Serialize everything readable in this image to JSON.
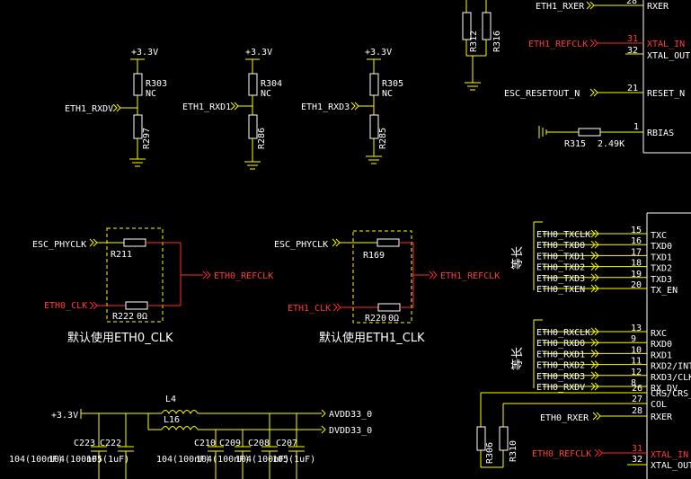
{
  "rail": {
    "supply": "+3.3V"
  },
  "pulls": [
    {
      "net": "ETH1_RXDV",
      "upper_ref": "R303",
      "upper_val": "NC",
      "lower_ref": "R297"
    },
    {
      "net": "ETH1_RXD1",
      "upper_ref": "R304",
      "upper_val": "NC",
      "lower_ref": "R286"
    },
    {
      "net": "ETH1_RXD3",
      "upper_ref": "R305",
      "upper_val": "NC",
      "lower_ref": "R285"
    }
  ],
  "clock_select": [
    {
      "phy_net": "ESC_PHYCLK",
      "top_ref": "R211",
      "eth_net": "ETH0_CLK",
      "bot_ref": "R222",
      "bot_val": "0Ω",
      "out_net": "ETH0_REFCLK",
      "note": "默认使用ETH0_CLK"
    },
    {
      "phy_net": "ESC_PHYCLK",
      "top_ref": "R169",
      "eth_net": "ETH1_CLK",
      "bot_ref": "R220",
      "bot_val": "0Ω",
      "out_net": "ETH1_REFCLK",
      "note": "默认使用ETH1_CLK"
    }
  ],
  "chip_top": {
    "top_nets": [
      "ETH1_RXER",
      "ETH1_REFCLK",
      "ESC_RESETOUT_N"
    ],
    "top_pins": [
      "28",
      "31",
      "32",
      "21",
      "1"
    ],
    "top_labels": [
      "RXER",
      "XTAL_IN",
      "XTAL_OUT",
      "RESET_N",
      "RBIAS"
    ],
    "r312": "R312",
    "r316": "R316",
    "rbias_ref": "R315",
    "rbias_val": "2.49K"
  },
  "chip_bottom": {
    "tx_nets": [
      "ETH0_TXCLK",
      "ETH0_TXD0",
      "ETH0_TXD1",
      "ETH0_TXD2",
      "ETH0_TXD3",
      "ETH0_TXEN"
    ],
    "tx_pins": [
      "15",
      "16",
      "17",
      "18",
      "19",
      "20"
    ],
    "tx_labels": [
      "TXC",
      "TXD0",
      "TXD1",
      "TXD2",
      "TXD3",
      "TX_EN"
    ],
    "rx_nets": [
      "ETH0_RXCLK",
      "ETH0_RXD0",
      "ETH0_RXD1",
      "ETH0_RXD2",
      "ETH0_RXD3",
      "ETH0_RXDV"
    ],
    "rx_pins": [
      "13",
      "9",
      "10",
      "11",
      "12",
      "8"
    ],
    "rx_labels": [
      "RXC",
      "RXD0",
      "RXD1",
      "RXD2/INT",
      "RXD3/CLK",
      "RX_DV"
    ],
    "misc_pins": [
      "26",
      "27",
      "28"
    ],
    "misc_labels": [
      "CRS/CRS_",
      "COL",
      "RXER"
    ],
    "rxer_net": "ETH0_RXER",
    "refclk_net": "ETH0_REFCLK",
    "xtal_pins": [
      "31",
      "32"
    ],
    "xtal_labels": [
      "XTAL_IN",
      "XTAL_OUT"
    ],
    "r306": "R306",
    "r310": "R310",
    "eq_text": "等长"
  },
  "power": {
    "l4": "L4",
    "l16": "L16",
    "avdd": "AVDD33_0",
    "dvdd": "DVDD33_0",
    "caps": [
      "C223",
      "C222",
      "C210",
      "C209",
      "C208",
      "C207"
    ],
    "cap_row_left": "104(100nF)",
    "cap_row_left2": "104(100nF)",
    "cap_mid": "104(100nF)",
    "cap_tail": "105(1uF)"
  }
}
